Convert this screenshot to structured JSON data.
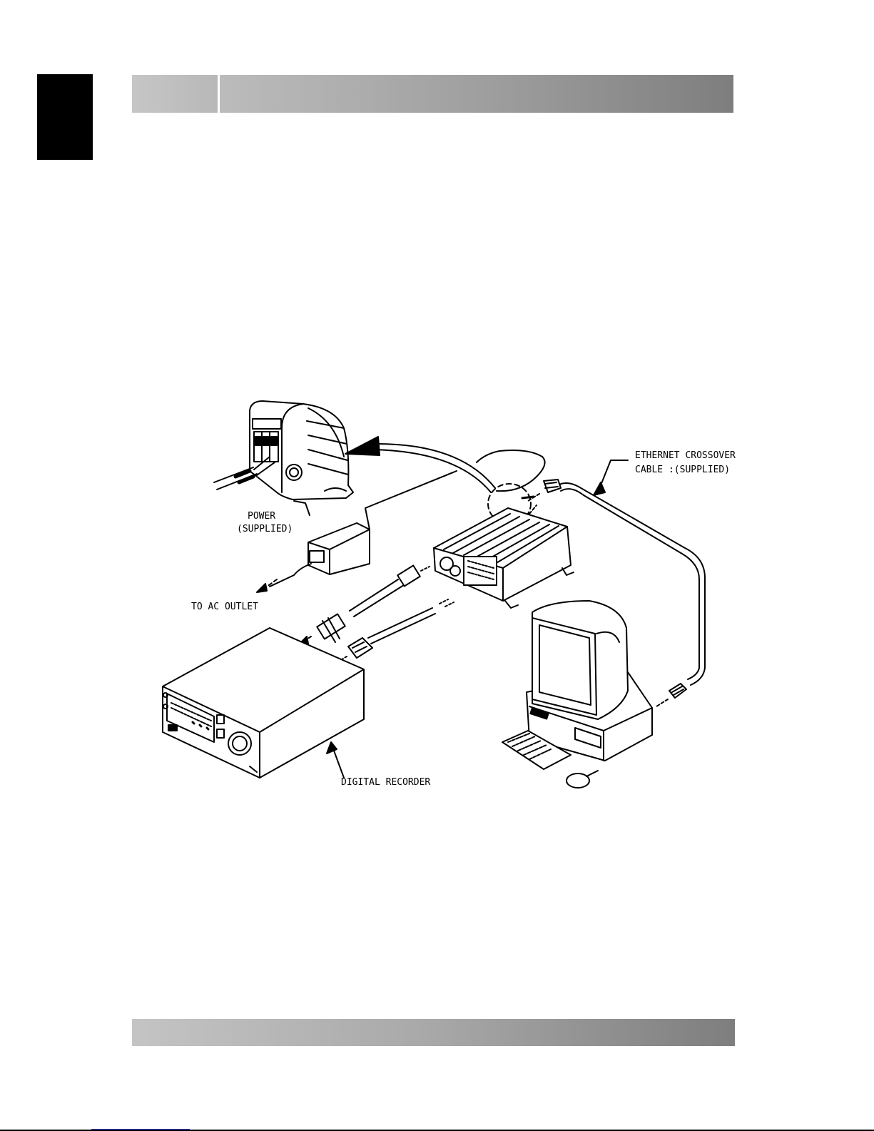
{
  "diagram": {
    "labels": {
      "ethernet_line1": "ETHERNET CROSSOVER",
      "ethernet_line2": "CABLE :(SUPPLIED)",
      "power_line1": "POWER",
      "power_line2": "(SUPPLIED)",
      "ac_outlet": "TO AC OUTLET",
      "digital_recorder": "DIGITAL RECORDER"
    }
  }
}
